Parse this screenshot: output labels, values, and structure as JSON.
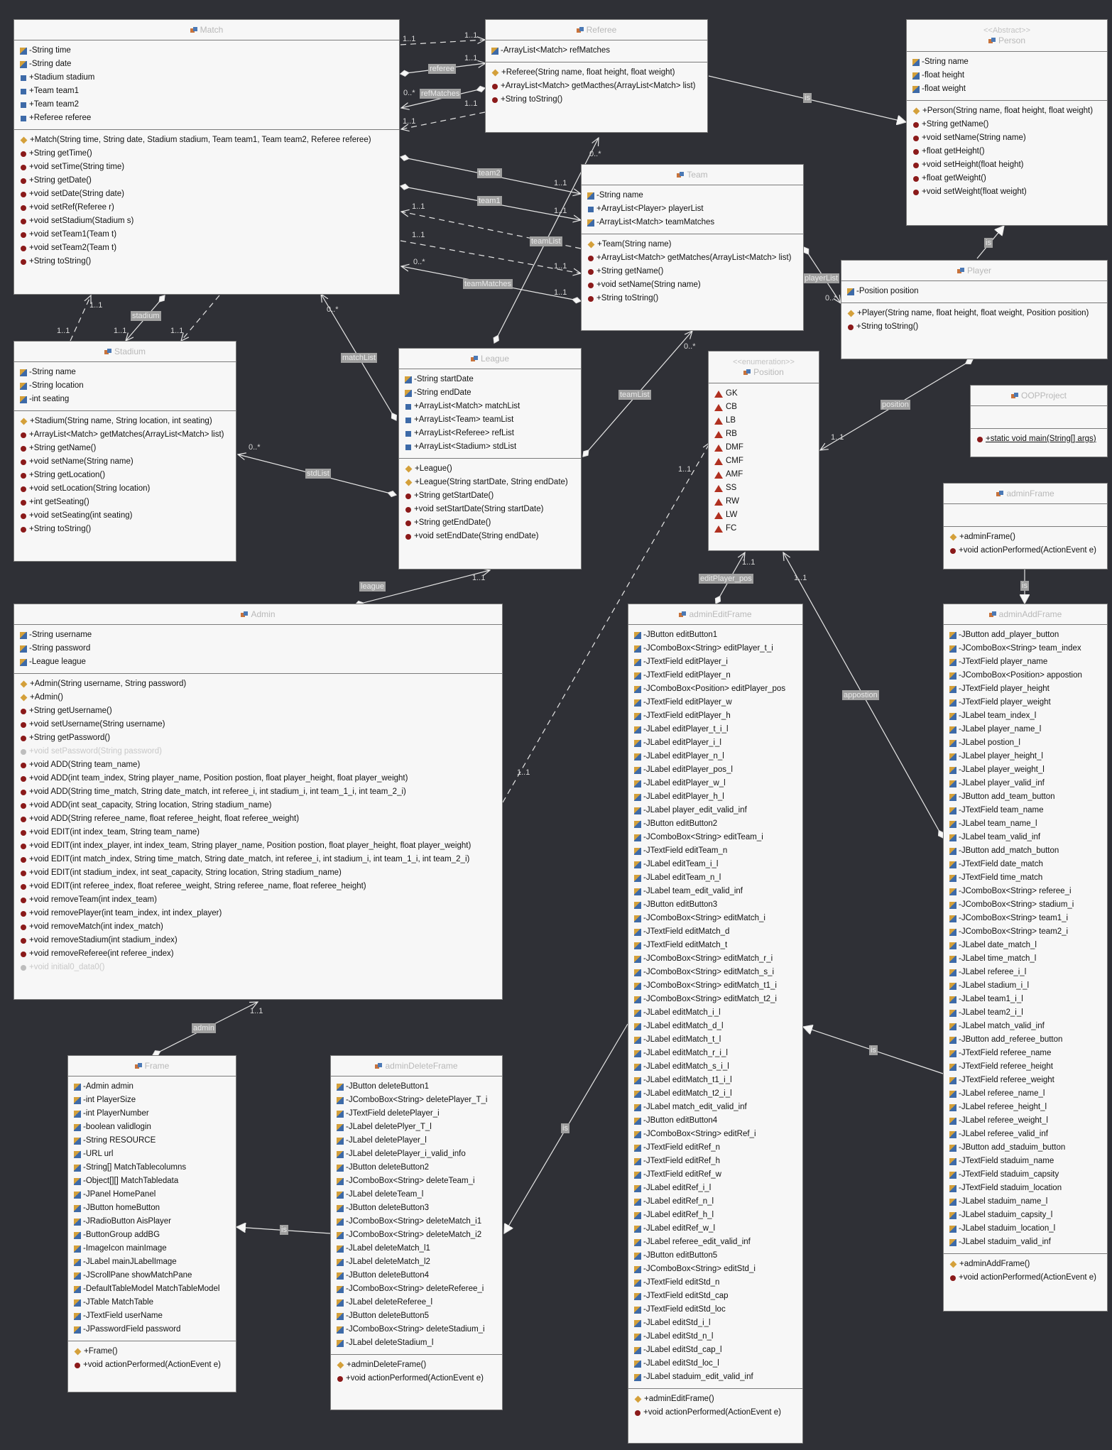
{
  "classes": {
    "match": {
      "name": "Match",
      "fields": [
        "-String time",
        "-String date",
        "+Stadium stadium",
        "+Team team1",
        "+Team team2",
        "+Referee referee"
      ],
      "methods": [
        "+Match(String time, String date, Stadium stadium, Team team1, Team team2, Referee referee)",
        "+String getTime()",
        "+void setTime(String time)",
        "+String getDate()",
        "+void setDate(String date)",
        "+void setRef(Referee r)",
        "+void setStadium(Stadium s)",
        "+void setTeam1(Team t)",
        "+void setTeam2(Team t)",
        "+String toString()"
      ]
    },
    "referee": {
      "name": "Referee",
      "fields": [
        "-ArrayList<Match> refMatches"
      ],
      "methods": [
        "+Referee(String name, float height, float weight)",
        "+ArrayList<Match> getMacthes(ArrayList<Match> list)",
        "+String toString()"
      ]
    },
    "person": {
      "stereotype": "<<Abstract>>",
      "name": "Person",
      "fields": [
        "-String name",
        "-float height",
        "-float weight"
      ],
      "methods": [
        "+Person(String name, float height, float weight)",
        "+String getName()",
        "+void setName(String name)",
        "+float getHeight()",
        "+void setHeight(float height)",
        "+float getWeight()",
        "+void setWeight(float weight)"
      ]
    },
    "team": {
      "name": "Team",
      "fields": [
        "-String name",
        "+ArrayList<Player> playerList",
        "-ArrayList<Match> teamMatches"
      ],
      "methods": [
        "+Team(String name)",
        "+ArrayList<Match> getMatches(ArrayList<Match> list)",
        "+String getName()",
        "+void setName(String name)",
        "+String toString()"
      ]
    },
    "player": {
      "name": "Player",
      "fields": [
        "-Position position"
      ],
      "methods": [
        "+Player(String name, float height, float weight, Position position)",
        "+String toString()"
      ]
    },
    "stadium": {
      "name": "Stadium",
      "fields": [
        "-String name",
        "-String location",
        "-int seating"
      ],
      "methods": [
        "+Stadium(String name, String location, int seating)",
        "+ArrayList<Match> getMatches(ArrayList<Match> list)",
        "+String getName()",
        "+void setName(String name)",
        "+String getLocation()",
        "+void setLocation(String location)",
        "+int getSeating()",
        "+void setSeating(int seating)",
        "+String toString()"
      ]
    },
    "league": {
      "name": "League",
      "fields": [
        "-String startDate",
        "-String endDate",
        "+ArrayList<Match> matchList",
        "+ArrayList<Team> teamList",
        "+ArrayList<Referee> refList",
        "+ArrayList<Stadium> stdList"
      ],
      "methods": [
        "+League()",
        "+League(String startDate, String endDate)",
        "+String getStartDate()",
        "+void setStartDate(String startDate)",
        "+String getEndDate()",
        "+void setEndDate(String endDate)"
      ]
    },
    "position": {
      "stereotype": "<<enumeration>>",
      "name": "Position",
      "values": [
        "GK",
        "CB",
        "LB",
        "RB",
        "DMF",
        "CMF",
        "AMF",
        "SS",
        "RW",
        "LW",
        "FC"
      ]
    },
    "oopproject": {
      "name": "OOPProject",
      "methods": [
        "+static void main(String[] args)"
      ]
    },
    "adminframe": {
      "name": "adminFrame",
      "methods": [
        "+adminFrame()",
        "+void actionPerformed(ActionEvent e)"
      ]
    },
    "admin": {
      "name": "Admin",
      "fields": [
        "-String username",
        "-String password",
        "-League league"
      ],
      "methods": [
        "+Admin(String username, String password)",
        "+Admin()",
        "+String getUsername()",
        "+void setUsername(String username)",
        "+String getPassword()",
        "+void setPassword(String password)",
        "+void ADD(String team_name)",
        "+void ADD(int team_index, String player_name, Position postion, float player_height, float player_weight)",
        "+void ADD(String time_match, String date_match, int referee_i, int stadium_i, int team_1_i, int team_2_i)",
        "+void ADD(int seat_capacity, String location, String stadium_name)",
        "+void ADD(String referee_name, float referee_height, float referee_weight)",
        "+void EDIT(int index_team, String team_name)",
        "+void EDIT(int index_player, int index_team, String player_name, Position postion, float player_height, float player_weight)",
        "+void EDIT(int match_index, String time_match, String date_match, int referee_i, int stadium_i, int team_1_i, int team_2_i)",
        "+void EDIT(int stadium_index, int seat_capacity, String location, String stadium_name)",
        "+void EDIT(int referee_index, float referee_weight, String referee_name, float referee_height)",
        "+void removeTeam(int index_team)",
        "+void removePlayer(int team_index, int index_player)",
        "+void removeMatch(int index_match)",
        "+void removeStadium(int stadium_index)",
        "+void removeReferee(int referee_index)",
        "+void initial0_data0()"
      ]
    },
    "admineditframe": {
      "name": "adminEditFrame",
      "fields": [
        "-JButton editButton1",
        "-JComboBox<String> editPlayer_t_i",
        "-JTextField editPlayer_i",
        "-JTextField editPlayer_n",
        "-JComboBox<Position> editPlayer_pos",
        "-JTextField editPlayer_w",
        "-JTextField editPlayer_h",
        "-JLabel editPlayer_t_i_l",
        "-JLabel editPlayer_i_l",
        "-JLabel editPlayer_n_l",
        "-JLabel editPlayer_pos_l",
        "-JLabel editPlayer_w_l",
        "-JLabel editPlayer_h_l",
        "-JLabel player_edit_valid_inf",
        "-JButton editButton2",
        "-JComboBox<String> editTeam_i",
        "-JTextField editTeam_n",
        "-JLabel editTeam_i_l",
        "-JLabel editTeam_n_l",
        "-JLabel team_edit_valid_inf",
        "-JButton editButton3",
        "-JComboBox<String> editMatch_i",
        "-JTextField editMatch_d",
        "-JTextField editMatch_t",
        "-JComboBox<String> editMatch_r_i",
        "-JComboBox<String> editMatch_s_i",
        "-JComboBox<String> editMatch_t1_i",
        "-JComboBox<String> editMatch_t2_i",
        "-JLabel editMatch_i_l",
        "-JLabel editMatch_d_l",
        "-JLabel editMatch_t_l",
        "-JLabel editMatch_r_i_l",
        "-JLabel editMatch_s_i_l",
        "-JLabel editMatch_t1_i_l",
        "-JLabel editMatch_t2_i_l",
        "-JLabel match_edit_valid_inf",
        "-JButton editButton4",
        "-JComboBox<String> editRef_i",
        "-JTextField editRef_n",
        "-JTextField editRef_h",
        "-JTextField editRef_w",
        "-JLabel editRef_i_l",
        "-JLabel editRef_n_l",
        "-JLabel editRef_h_l",
        "-JLabel editRef_w_l",
        "-JLabel referee_edit_valid_inf",
        "-JButton editButton5",
        "-JComboBox<String> editStd_i",
        "-JTextField editStd_n",
        "-JTextField editStd_cap",
        "-JTextField editStd_loc",
        "-JLabel editStd_i_l",
        "-JLabel editStd_n_l",
        "-JLabel editStd_cap_l",
        "-JLabel editStd_loc_l",
        "-JLabel staduim_edit_valid_inf"
      ],
      "methods": [
        "+adminEditFrame()",
        "+void actionPerformed(ActionEvent e)"
      ]
    },
    "adminaddframe": {
      "name": "adminAddFrame",
      "fields": [
        "-JButton add_player_button",
        "-JComboBox<String> team_index",
        "-JTextField player_name",
        "-JComboBox<Position> appostion",
        "-JTextField player_height",
        "-JTextField player_weight",
        "-JLabel team_index_l",
        "-JLabel player_name_l",
        "-JLabel postion_l",
        "-JLabel player_height_l",
        "-JLabel player_weight_l",
        "-JLabel player_valid_inf",
        "-JButton add_team_button",
        "-JTextField team_name",
        "-JLabel team_name_l",
        "-JLabel team_valid_inf",
        "-JButton add_match_button",
        "-JTextField date_match",
        "-JTextField time_match",
        "-JComboBox<String> referee_i",
        "-JComboBox<String> stadium_i",
        "-JComboBox<String> team1_i",
        "-JComboBox<String> team2_i",
        "-JLabel date_match_l",
        "-JLabel time_match_l",
        "-JLabel referee_i_l",
        "-JLabel stadium_i_l",
        "-JLabel team1_i_l",
        "-JLabel team2_i_l",
        "-JLabel match_valid_inf",
        "-JButton add_referee_button",
        "-JTextField referee_name",
        "-JTextField referee_height",
        "-JTextField referee_weight",
        "-JLabel referee_name_l",
        "-JLabel referee_height_l",
        "-JLabel referee_weight_l",
        "-JLabel referee_valid_inf",
        "-JButton add_staduim_button",
        "-JTextField staduim_name",
        "-JTextField staduim_capsity",
        "-JTextField staduim_location",
        "-JLabel staduim_name_l",
        "-JLabel staduim_capsity_l",
        "-JLabel staduim_location_l",
        "-JLabel staduim_valid_inf"
      ],
      "methods": [
        "+adminAddFrame()",
        "+void actionPerformed(ActionEvent e)"
      ]
    },
    "frame": {
      "name": "Frame",
      "fields": [
        "-Admin admin",
        "-int PlayerSize",
        "-int PlayerNumber",
        "-boolean validlogin",
        "-String RESOURCE",
        "-URL url",
        "-String[] MatchTablecolumns",
        "-Object[][] MatchTabledata",
        "-JPanel HomePanel",
        "-JButton homeButton",
        "-JRadioButton AisPlayer",
        "-ButtonGroup addBG",
        "-ImageIcon mainImage",
        "-JLabel mainJLabelImage",
        "-JScrollPane showMatchPane",
        "-DefaultTableModel MatchTableModel",
        "-JTable MatchTable",
        "-JTextField userName",
        "-JPasswordField password"
      ],
      "methods": [
        "+Frame()",
        "+void actionPerformed(ActionEvent e)"
      ]
    },
    "admindeleteframe": {
      "name": "adminDeleteFrame",
      "fields": [
        "-JButton deleteButton1",
        "-JComboBox<String> deletePlayer_T_i",
        "-JTextField deletePlayer_i",
        "-JLabel deletePlyer_T_l",
        "-JLabel deletePlayer_l",
        "-JLabel deletePlayer_i_valid_info",
        "-JButton deleteButton2",
        "-JComboBox<String> deleteTeam_i",
        "-JLabel deleteTeam_l",
        "-JButton deleteButton3",
        "-JComboBox<String> deleteMatch_i1",
        "-JComboBox<String> deleteMatch_i2",
        "-JLabel deleteMatch_l1",
        "-JLabel deleteMatch_l2",
        "-JButton deleteButton4",
        "-JComboBox<String> deleteReferee_i",
        "-JLabel deleteReferee_l",
        "-JButton deleteButton5",
        "-JComboBox<String> deleteStadium_i",
        "-JLabel deleteStadium_l"
      ],
      "methods": [
        "+adminDeleteFrame()",
        "+void actionPerformed(ActionEvent e)"
      ]
    }
  },
  "labels": {
    "referee": "referee",
    "refMatches": "refMatches",
    "is1": "is",
    "team2": "team2",
    "team1": "team1",
    "teamList_top": "teamList",
    "teamMatches": "teamMatches",
    "playerList": "playerList",
    "is2": "is",
    "stadium": "stadium",
    "matchList": "matchList",
    "teamList": "teamList",
    "stdList": "stdList",
    "position": "position",
    "league": "league",
    "editPlayer_pos": "editPlayer_pos",
    "appostion": "appostion",
    "is3": "is",
    "is4": "is",
    "admin": "admin",
    "is5": "is",
    "is6": "is"
  },
  "multiplicities": {
    "m_match_ref_a": "1..1",
    "m_match_ref_b": "1..1",
    "m_match_ref_c": "1..1",
    "m_match_ref_d": "0..*",
    "m_match_ref_e": "1..1",
    "m_match_ref_f": "1..1",
    "m_team_a": "1..1",
    "m_team_b": "1..1",
    "m_team_c": "1..1",
    "m_team_d": "1..1",
    "m_team_e": "1..1",
    "m_team_f": "0..*",
    "m_team_g": "1..1",
    "m_ref_league": "0..*",
    "m_player": "0..*",
    "m_std_a": "1..1",
    "m_std_b": "1..1",
    "m_std_c": "1..1",
    "m_std_d": "1..1",
    "m_matchlist": "0..*",
    "m_teamlist": "0..*",
    "m_stdlist": "0..*",
    "m_pos_player": "1..1",
    "m_league_admin": "1..1",
    "m_pos_a": "1..1",
    "m_pos_b": "1..1",
    "m_pos_c": "1..1",
    "m_pos_d": "1..1",
    "m_admin_frame": "1..1"
  }
}
